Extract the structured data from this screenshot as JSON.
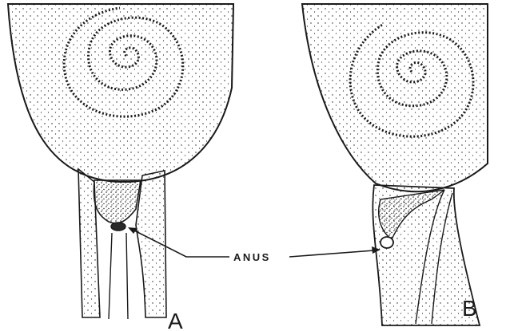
{
  "figure": {
    "label_anus": "ANUS",
    "panel_a": "A",
    "panel_b": "B",
    "ink_color": "#1a1a1a",
    "background": "#ffffff"
  }
}
